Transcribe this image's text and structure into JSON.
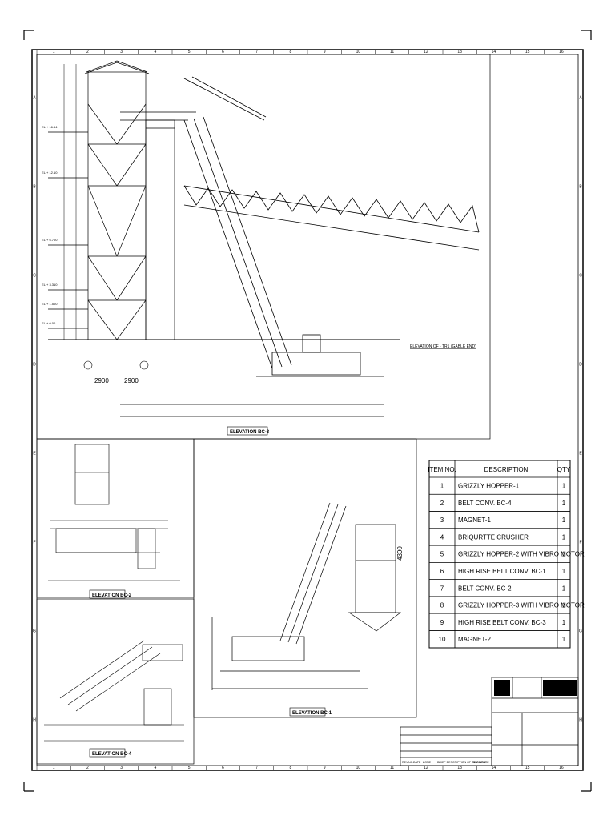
{
  "border": {
    "columns": [
      "1",
      "2",
      "3",
      "4",
      "5",
      "6",
      "7",
      "8",
      "9",
      "10",
      "11",
      "12",
      "13",
      "14",
      "15",
      "16"
    ],
    "rows": [
      "A",
      "B",
      "C",
      "D",
      "E",
      "F",
      "G",
      "H"
    ]
  },
  "views": {
    "bc3": "ELEVATION BC-3",
    "bc2": "ELEVATION BC-2",
    "bc1": "ELEVATION BC-1",
    "bc4": "ELEVATION BC-4",
    "gable": "ELEVATION OF - TR1 (GABLE END)"
  },
  "dims": {
    "span1": "2900",
    "span2": "2900",
    "height": "4300"
  },
  "table": {
    "headers": [
      "ITEM NO.",
      "DESCRIPTION",
      "QTY"
    ],
    "rows": [
      {
        "no": "1",
        "desc": "GRIZZLY HOPPER-1",
        "qty": "1"
      },
      {
        "no": "2",
        "desc": "BELT CONV. BC-4",
        "qty": "1"
      },
      {
        "no": "3",
        "desc": "MAGNET-1",
        "qty": "1"
      },
      {
        "no": "4",
        "desc": "BRIQURTTE CRUSHER",
        "qty": "1"
      },
      {
        "no": "5",
        "desc": "GRIZZLY HOPPER-2 WITH VIBRO MOTOR",
        "qty": "1"
      },
      {
        "no": "6",
        "desc": "HIGH RISE BELT CONV. BC-1",
        "qty": "1"
      },
      {
        "no": "7",
        "desc": "BELT CONV. BC-2",
        "qty": "1"
      },
      {
        "no": "8",
        "desc": "GRIZZLY HOPPER-3 WITH VIBRO MOTOR",
        "qty": "1"
      },
      {
        "no": "9",
        "desc": "HIGH RISE BELT CONV. BC-3",
        "qty": "1"
      },
      {
        "no": "10",
        "desc": "MAGNET-2",
        "qty": "1"
      }
    ]
  },
  "revision_headers": [
    "REV.NO.",
    "DATE",
    "ZONE",
    "BRIEF DESCRIPTION OF REVISION",
    "SIGNATURE"
  ]
}
